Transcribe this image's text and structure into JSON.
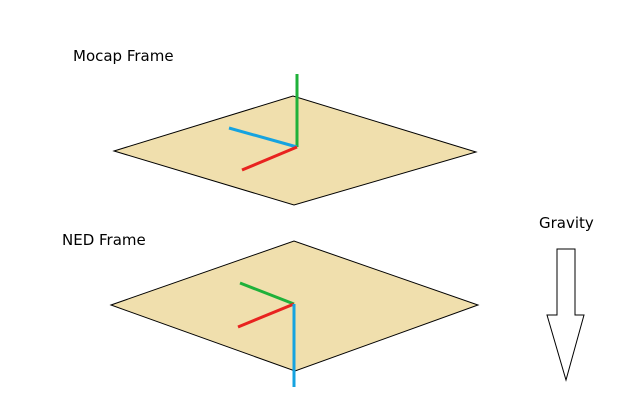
{
  "labels": {
    "mocap_frame": "Mocap Frame",
    "ned_frame": "NED Frame",
    "gravity": "Gravity"
  },
  "colors": {
    "plane_fill": "#f0dfad",
    "plane_stroke": "#000000",
    "axis_red": "#e8231f",
    "axis_green": "#1fb13a",
    "axis_blue": "#16a3e0",
    "arrow_fill": "#ffffff",
    "arrow_stroke": "#000000"
  }
}
